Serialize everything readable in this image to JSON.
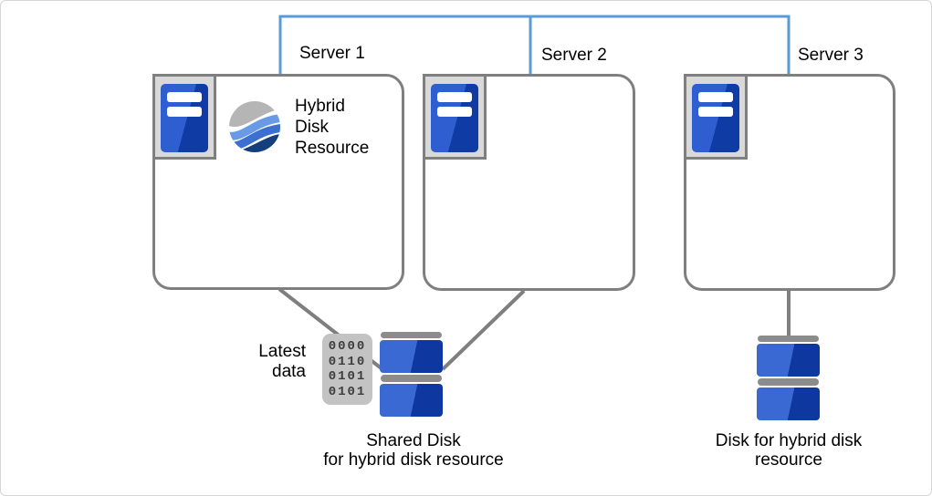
{
  "servers": [
    {
      "label": "Server 1"
    },
    {
      "label": "Server 2"
    },
    {
      "label": "Server 3"
    }
  ],
  "hybrid_disk_resource": {
    "lines": [
      "Hybrid",
      "Disk",
      "Resource"
    ]
  },
  "latest_data": {
    "lines": [
      "Latest",
      "data"
    ],
    "binary_rows": [
      "0000",
      "0110",
      "0101",
      "0101"
    ]
  },
  "shared_disk_caption": {
    "lines": [
      "Shared Disk",
      "for hybrid disk resource"
    ]
  },
  "hybrid_disk_caption": {
    "lines": [
      "Disk for hybrid disk",
      "resource"
    ]
  },
  "colors": {
    "interconnect_blue": "#5B9BD5",
    "line_gray": "#7F7F7F",
    "box_border_gray": "#7F7F7F",
    "icon_slot_gray": "#D9D9D9",
    "server_blue_light": "#2E5ECF",
    "server_blue_dark": "#0E3CA4",
    "disk_blue_light": "#3A69D3",
    "disk_blue_dark": "#0E38A0",
    "disk_cap_gray": "#8C8C8C",
    "binary_box_gray": "#C3C3C3",
    "binary_digit_gray": "#3D3D3D",
    "wave_gray": "#B5B5B5",
    "wave_blue_light": "#699AE5",
    "wave_blue_mid": "#3C6FD2",
    "wave_blue_dark": "#143E7C"
  }
}
